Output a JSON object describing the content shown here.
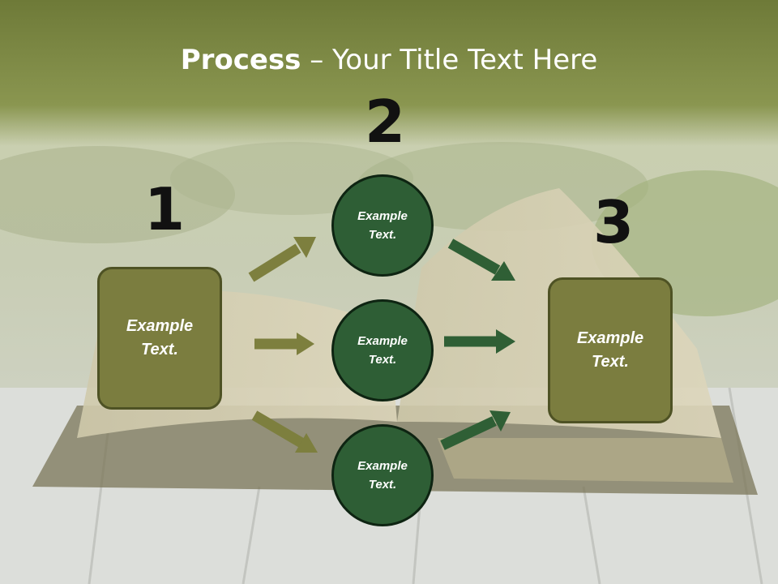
{
  "title": {
    "bold": "Process",
    "rest": " – Your Title Text Here"
  },
  "numbers": {
    "n1": "1",
    "n2": "2",
    "n3": "3"
  },
  "step1_box": {
    "line1": "Example",
    "line2": "Text."
  },
  "step2_circles": [
    {
      "line1": "Example",
      "line2": "Text."
    },
    {
      "line1": "Example",
      "line2": "Text."
    },
    {
      "line1": "Example",
      "line2": "Text."
    }
  ],
  "step3_box": {
    "line1": "Example",
    "line2": "Text."
  },
  "colors": {
    "header_band": "#7b8a3e",
    "box_fill": "#7b7d3f",
    "circle_fill": "#2e5e35",
    "arrow_olive": "#7d7f3e",
    "arrow_green": "#2f5f35"
  }
}
